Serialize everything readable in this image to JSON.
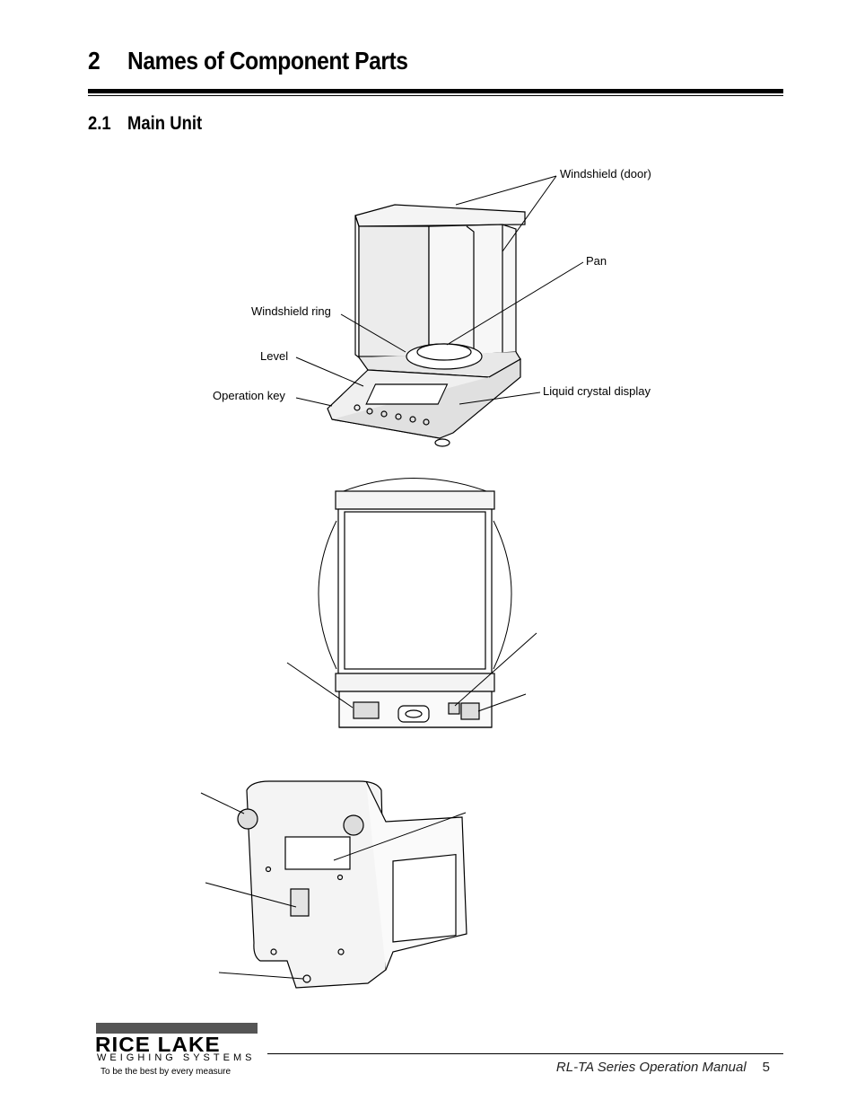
{
  "heading": {
    "number": "2",
    "title": "Names of Component Parts"
  },
  "subheading": {
    "number": "2.1",
    "title": "Main Unit"
  },
  "callouts": {
    "windshield_door": "Windshield (door)",
    "pan": "Pan",
    "windshield_ring": "Windshield ring",
    "level": "Level",
    "operation_key": "Operation key",
    "lcd": "Liquid crystal display"
  },
  "footer": {
    "manual_title": "RL-TA Series Operation Manual",
    "page_number": "5"
  },
  "logo": {
    "name": "RICE LAKE",
    "subtitle": "WEIGHING SYSTEMS",
    "tagline": "To be the best by every measure"
  }
}
